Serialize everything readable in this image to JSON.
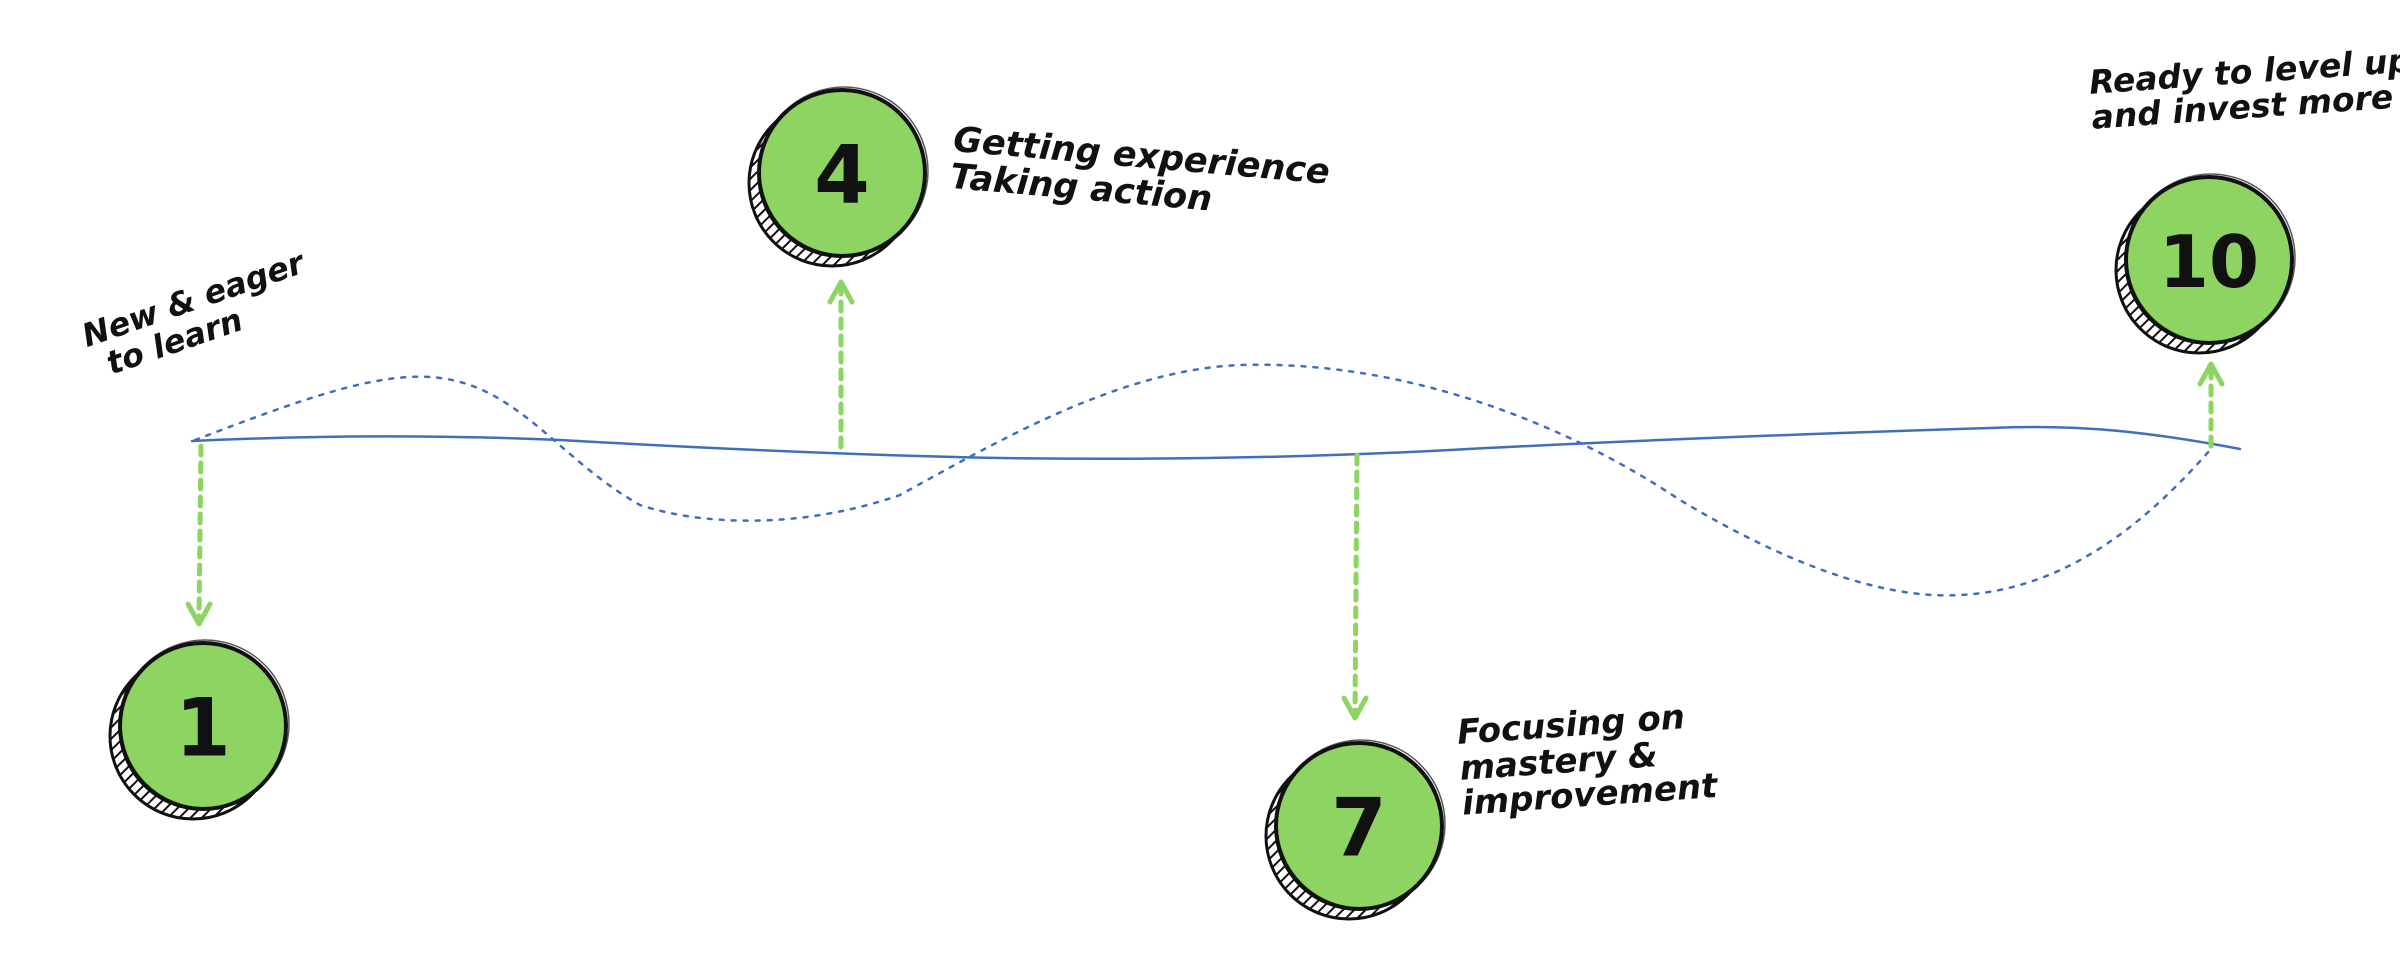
{
  "milestones": [
    {
      "id": "m1",
      "number": "1",
      "lines": [
        "New & eager",
        "to learn"
      ]
    },
    {
      "id": "m4",
      "number": "4",
      "lines": [
        "Getting experience",
        "Taking action"
      ]
    },
    {
      "id": "m7",
      "number": "7",
      "lines": [
        "Focusing on",
        "mastery &",
        "improvement"
      ]
    },
    {
      "id": "m10",
      "number": "10",
      "lines": [
        "Ready to level up",
        "and invest more"
      ]
    }
  ],
  "colors": {
    "circle_fill": "#8ed462",
    "circle_stroke": "#111111",
    "arrow": "#8ed462",
    "baseline": "#3f6fba",
    "wave": "#3f6fba",
    "text": "#111111"
  }
}
